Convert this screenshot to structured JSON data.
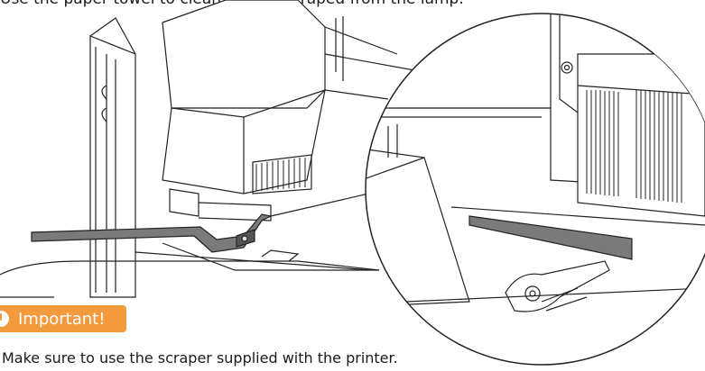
{
  "instruction_text": "Use the paper towel to clean the ink scraped from the lamp.",
  "important_label": "Important!",
  "note_text": "Make sure to use the scraper supplied with the printer.",
  "accent_color": "#f39a3c",
  "icons": [
    "important-exclamation-icon"
  ]
}
